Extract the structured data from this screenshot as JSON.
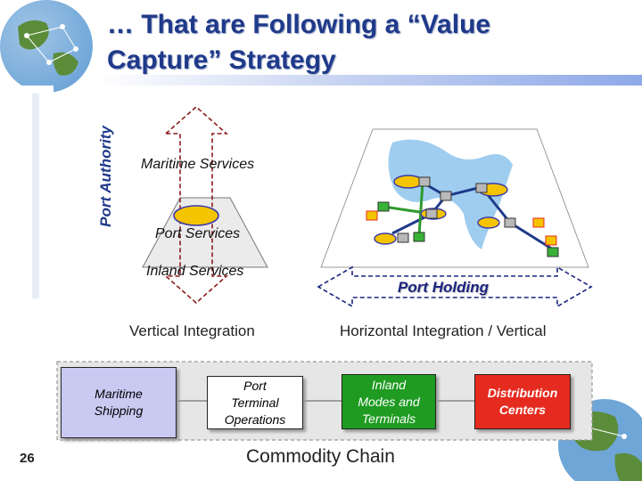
{
  "slide": {
    "title": "… That are Following a “Value\nCapture” Strategy",
    "page_number": "26"
  },
  "left_diagram": {
    "side_label": "Port Authority",
    "maritime_services": "Maritime Services",
    "port_services": "Port Services",
    "inland_services": "Inland Services",
    "caption": "Vertical Integration"
  },
  "right_diagram": {
    "arrow_label": "Port Holding",
    "caption": "Horizontal Integration / Vertical"
  },
  "commodity_chain": {
    "label": "Commodity Chain",
    "boxes": [
      {
        "label": "Maritime\nShipping",
        "color": "#c9c9f2"
      },
      {
        "label": "Port\nTerminal\nOperations",
        "color": "#ffffff"
      },
      {
        "label": "Inland\nModes and\nTerminals",
        "color": "#1f9b22"
      },
      {
        "label": "Distribution\nCenters",
        "color": "#e52b1f"
      }
    ]
  },
  "colors": {
    "title": "#1f3a8a",
    "arrow_dash": "#8b1a1a",
    "holding_arrow": "#1a237e",
    "water": "#9fcdef",
    "port_yellow": "#f5c400",
    "chain_fill": "#e6e6e6"
  }
}
